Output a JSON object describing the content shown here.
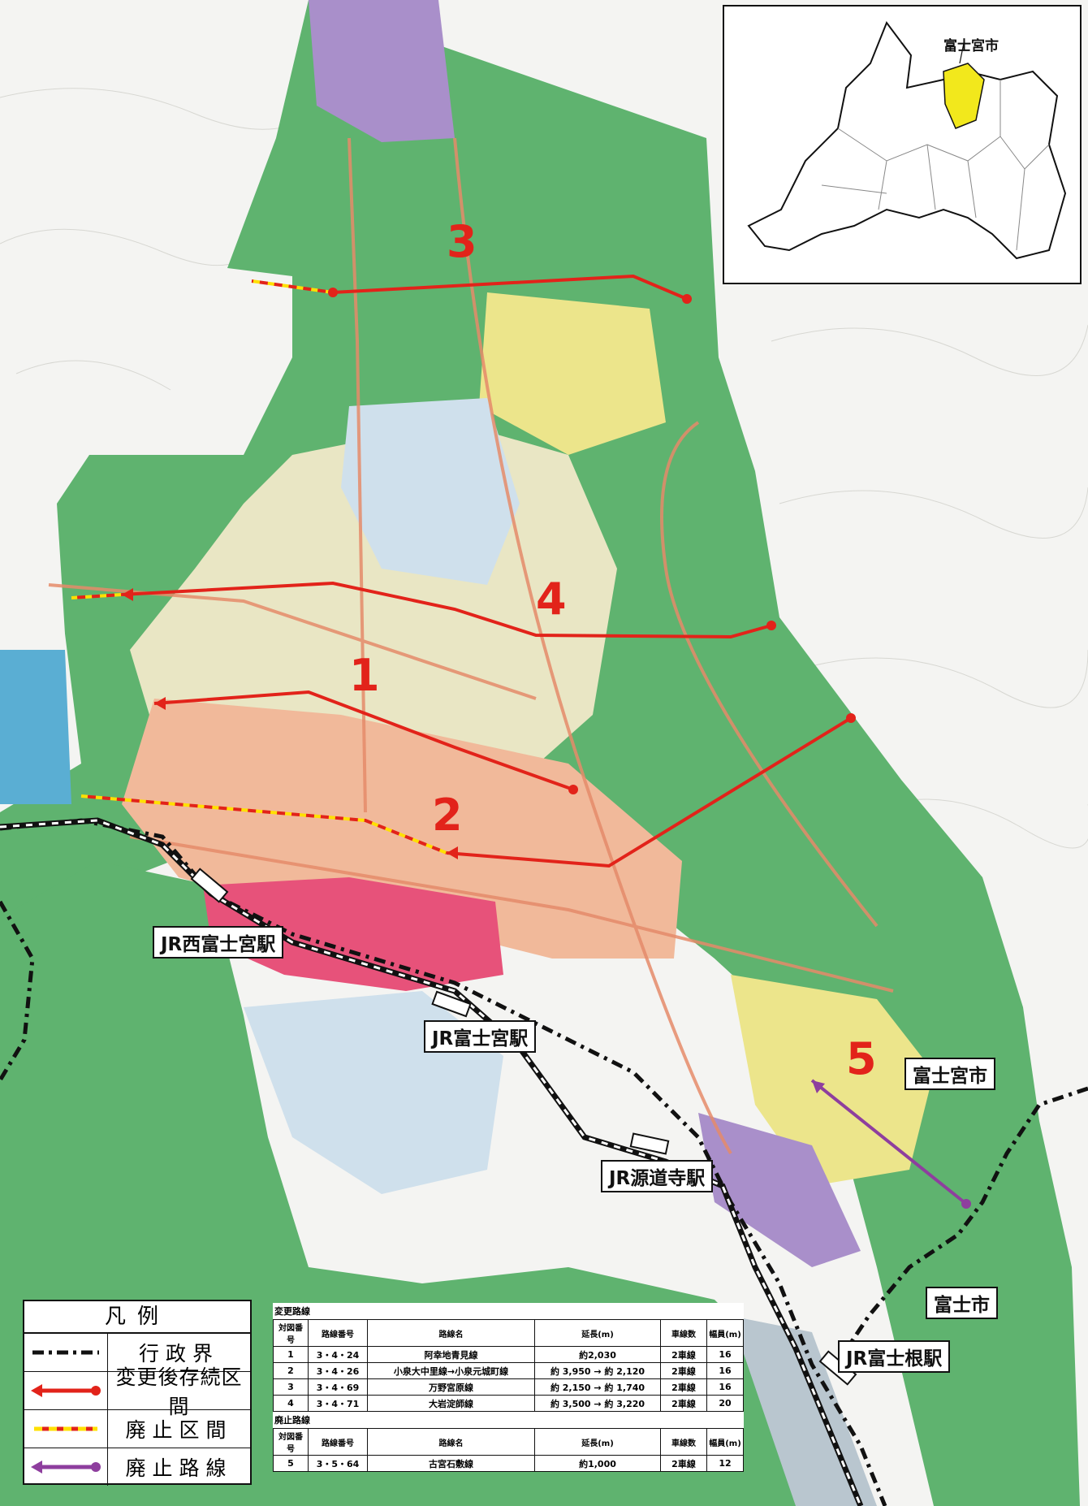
{
  "inset": {
    "label": "富士宮市"
  },
  "stations": {
    "nishi": "JR西富士宮駅",
    "fujinomiya": "JR富士宮駅",
    "gendoji": "JR源道寺駅",
    "fujine": "JR富士根駅"
  },
  "municipalities": {
    "fujinomiya_city": "富士宮市",
    "fuji_city": "富士市"
  },
  "route_numbers": [
    "1",
    "2",
    "3",
    "4",
    "5"
  ],
  "legend": {
    "title": "凡例",
    "items": [
      {
        "label": "行政界",
        "symbol": "dash-dot-boundary"
      },
      {
        "label": "変更後存続区間",
        "symbol": "red-line-arrow"
      },
      {
        "label": "廃止区間",
        "symbol": "yellow-red-dashed-line"
      },
      {
        "label": "廃止路線",
        "symbol": "purple-line-arrow"
      }
    ]
  },
  "colors": {
    "route_red": "#e2231a",
    "abolished_purple": "#8e3e9e",
    "abolished_dash": "#ffe000"
  },
  "changed_table": {
    "caption": "変更路線",
    "headers": [
      "対図番号",
      "路線番号",
      "路線名",
      "延長(m)",
      "車線数",
      "幅員(m)"
    ],
    "rows": [
      [
        "1",
        "3・4・24",
        "阿幸地青見線",
        "約2,030",
        "2車線",
        "16"
      ],
      [
        "2",
        "3・4・26",
        "小泉大中里線→小泉元城町線",
        "約 3,950 → 約 2,120",
        "2車線",
        "16"
      ],
      [
        "3",
        "3・4・69",
        "万野宮原線",
        "約 2,150 → 約 1,740",
        "2車線",
        "16"
      ],
      [
        "4",
        "3・4・71",
        "大岩淀師線",
        "約 3,500 → 約 3,220",
        "2車線",
        "20"
      ]
    ]
  },
  "abolished_table": {
    "caption": "廃止路線",
    "headers": [
      "対図番号",
      "路線番号",
      "路線名",
      "延長(m)",
      "車線数",
      "幅員(m)"
    ],
    "rows": [
      [
        "5",
        "3・5・64",
        "古宮石敷線",
        "約1,000",
        "2車線",
        "12"
      ]
    ]
  }
}
